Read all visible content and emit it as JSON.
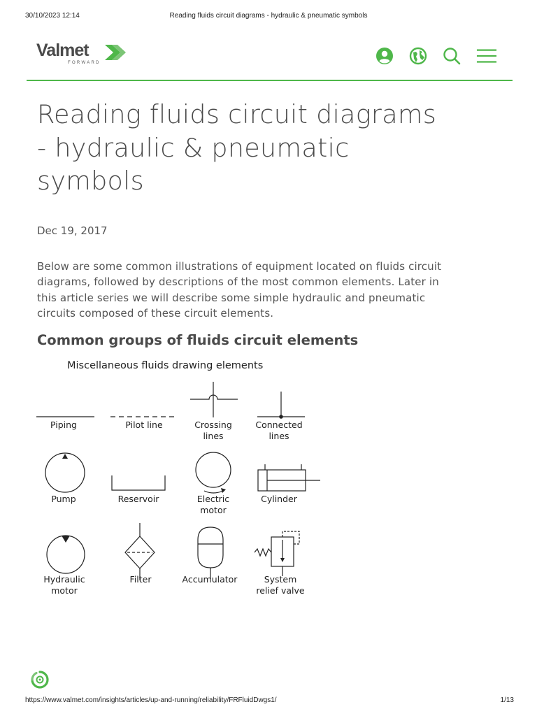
{
  "print_header": {
    "datetime": "30/10/2023 12:14",
    "title": "Reading fluids circuit diagrams - hydraulic & pneumatic symbols"
  },
  "header": {
    "logo_text": "Valmet",
    "logo_tagline": "FORWARD",
    "accent_color": "#4fb74a",
    "icons": [
      "user-icon",
      "globe-icon",
      "search-icon",
      "menu-icon"
    ]
  },
  "article": {
    "title_lines": [
      "Reading fluids circuit diagrams",
      "- hydraulic & pneumatic",
      "symbols"
    ],
    "date": "Dec 19, 2017",
    "intro_lines": [
      "Below are some common illustrations of equipment located on fluids circuit",
      "diagrams, followed by descriptions of the most common elements. Later in",
      "this article series we will describe some simple hydraulic and pneumatic",
      "circuits composed of these circuit elements."
    ],
    "subheading": "Common groups of fluids circuit elements"
  },
  "diagram": {
    "heading": "Miscellaneous fluids drawing elements",
    "labels": {
      "piping": "Piping",
      "pilot_line": "Pilot line",
      "crossing_lines": [
        "Crossing",
        "lines"
      ],
      "connected_lines": [
        "Connected",
        "lines"
      ],
      "pump": "Pump",
      "reservoir": "Reservoir",
      "electric_motor": [
        "Electric",
        "motor"
      ],
      "cylinder": "Cylinder",
      "hydraulic_motor": [
        "Hydraulic",
        "motor"
      ],
      "filter": "Filter",
      "accumulator": "Accumulator",
      "system_relief_valve": [
        "System",
        "relief valve"
      ]
    }
  },
  "print_footer": {
    "url": "https://www.valmet.com/insights/articles/up-and-running/reliability/FRFluidDwgs1/",
    "page": "1/13"
  }
}
